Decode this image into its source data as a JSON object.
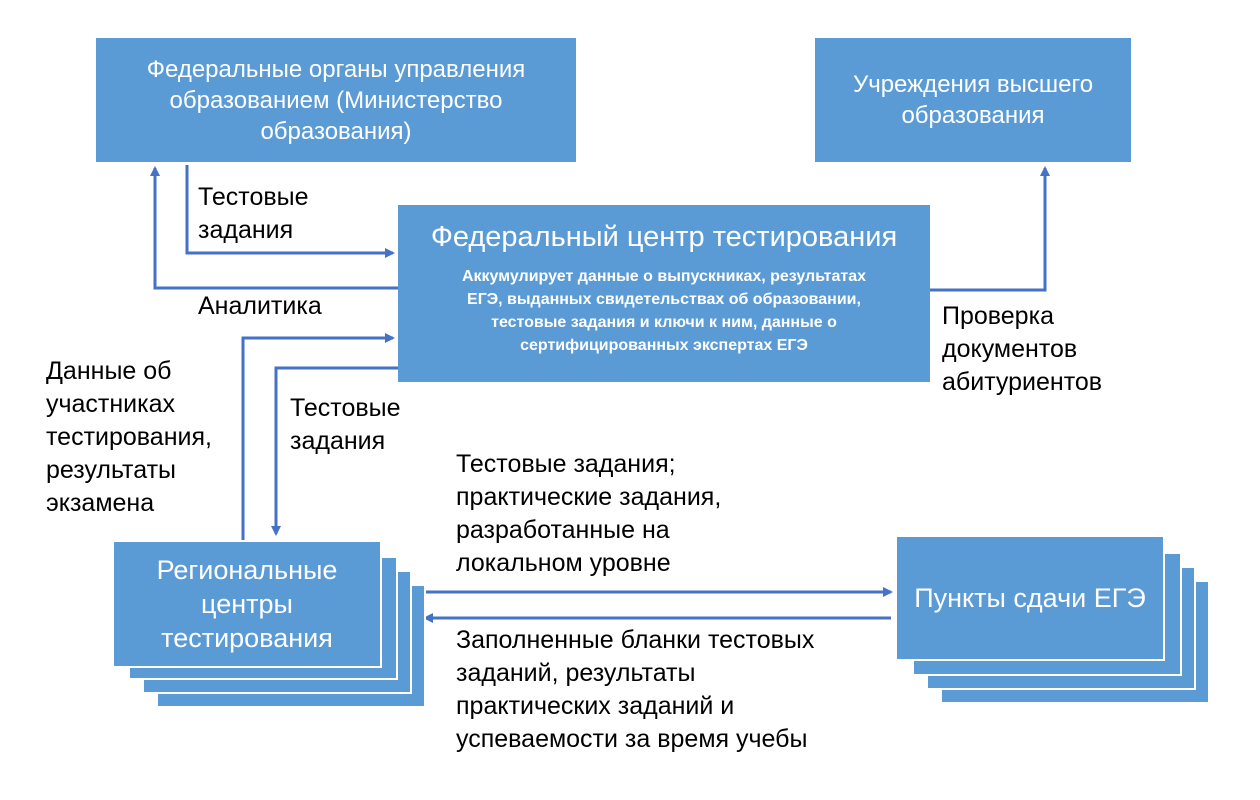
{
  "boxes": {
    "federal_bodies": "Федеральные органы управления\nобразованием (Министерство\nобразования)",
    "higher_education": "Учреждения высшего\nобразования",
    "ftc_title": "Федеральный центр тестирования",
    "ftc_desc": "Аккумулирует данные о выпускниках, результатах\nЕГЭ, выданных свидетельствах об образовании,\nтестовые задания и ключи к ним, данные о\nсертифицированных экспертах ЕГЭ",
    "regional_centers": "Региональные\nцентры\nтестирования",
    "exam_points": "Пункты сдачи ЕГЭ"
  },
  "labels": {
    "test_tasks_top": "Тестовые\nзадания",
    "analytics": "Аналитика",
    "participants_data": "Данные об\nучастниках\nтестирования,\nрезультаты\nэкзамена",
    "test_tasks_mid": "Тестовые\nзадания",
    "doc_check": "Проверка\nдокументов\nабитуриентов",
    "tasks_to_points": "Тестовые задания;\nпрактические задания,\nразработанные на\nлокальном уровне",
    "filled_forms": "Заполненные бланки тестовых\nзаданий, результаты\nпрактических заданий и\nуспеваемости за время учебы"
  },
  "colors": {
    "box": "#5b9bd5",
    "arrow": "#4472c4",
    "text_on_box": "#ffffff"
  }
}
